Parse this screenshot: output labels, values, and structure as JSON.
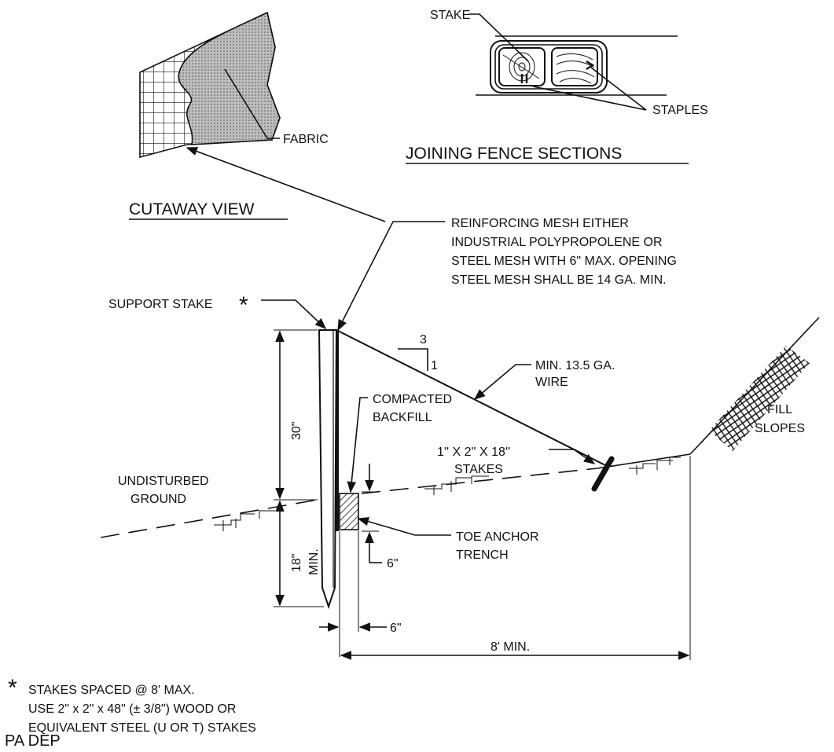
{
  "labels": {
    "stake_top": "STAKE",
    "staples": "STAPLES",
    "fabric": "FABRIC",
    "joining_title": "JOINING FENCE SECTIONS",
    "cutaway_title": "CUTAWAY VIEW",
    "mesh_1": "REINFORCING MESH EITHER",
    "mesh_2": "INDUSTRIAL POLYPROPOLENE OR",
    "mesh_3": "STEEL MESH WITH 6\" MAX. OPENING",
    "mesh_4": "STEEL MESH SHALL BE 14 GA. MIN.",
    "support_stake": "SUPPORT STAKE",
    "asterisk": "*",
    "slope_run": "3",
    "slope_rise": "1",
    "wire_1": "MIN. 13.5 GA.",
    "wire_2": "WIRE",
    "backfill_1": "COMPACTED",
    "backfill_2": "BACKFILL",
    "fill_1": "FILL",
    "fill_2": "SLOPES",
    "stakes_1": "1'' X 2'' X 18''",
    "stakes_2": "STAKES",
    "ground_1": "UNDISTURBED",
    "ground_2": "GROUND",
    "dim_30": "30\"",
    "dim_18": "18\"",
    "dim_min": "MIN.",
    "toe_1": "TOE ANCHOR",
    "toe_2": "TRENCH",
    "dim_6_vert": "6\"",
    "dim_6_horiz": "6\"",
    "dim_8": "8' MIN.",
    "note_1": "STAKES SPACED @ 8' MAX.",
    "note_2": "USE  2\" x 2\" x 48\" (± 3/8\") WOOD OR",
    "note_3": "EQUIVALENT STEEL (U OR T) STAKES",
    "source": "PA DEP"
  }
}
